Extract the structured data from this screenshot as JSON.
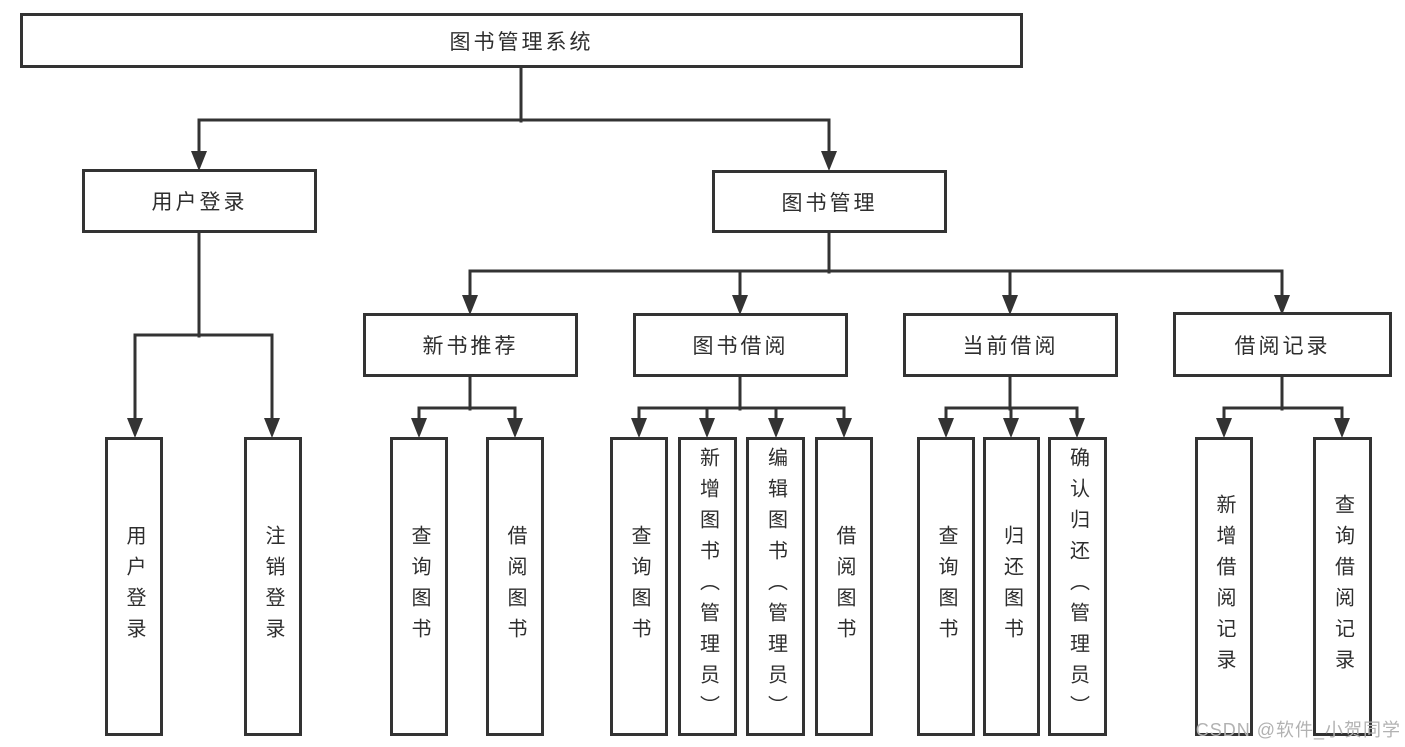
{
  "colors": {
    "background": "#ffffff",
    "line": "#333333",
    "box_border": "#333333",
    "text": "#2e2e2e",
    "watermark": "#b2b2b2"
  },
  "tree": {
    "root": {
      "label": "图书管理系统"
    },
    "branches": [
      {
        "label": "用户登录",
        "children": [
          "用户登录",
          "注销登录"
        ]
      },
      {
        "label": "图书管理",
        "groups": [
          {
            "label": "新书推荐",
            "children": [
              "查询图书",
              "借阅图书"
            ]
          },
          {
            "label": "图书借阅",
            "children": [
              "查询图书",
              "新增图书（管理员）",
              "编辑图书（管理员）",
              "借阅图书"
            ]
          },
          {
            "label": "当前借阅",
            "children": [
              "查询图书",
              "归还图书",
              "确认归还（管理员）"
            ]
          },
          {
            "label": "借阅记录",
            "children": [
              "新增借阅记录",
              "查询借阅记录"
            ]
          }
        ]
      }
    ]
  },
  "watermark": "CSDN @软件_小贺同学"
}
